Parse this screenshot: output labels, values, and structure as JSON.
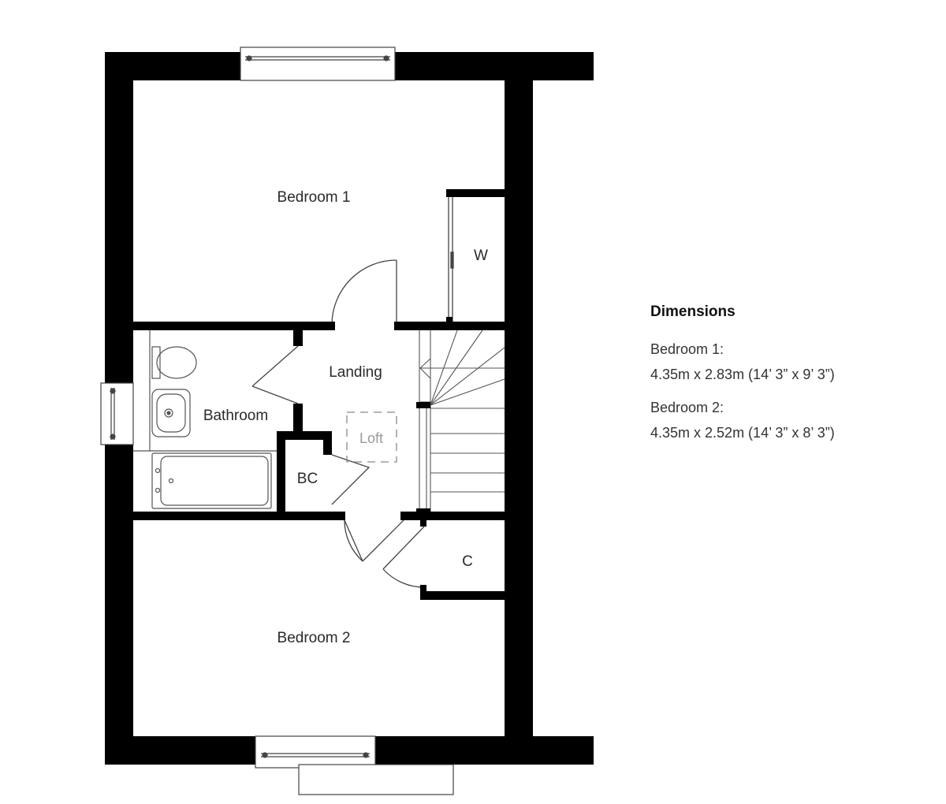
{
  "plan": {
    "rooms": {
      "bedroom1": "Bedroom 1",
      "bedroom2": "Bedroom 2",
      "wardrobe": "W",
      "landing": "Landing",
      "bathroom": "Bathroom",
      "loft": "Loft",
      "boiler_cupboard": "BC",
      "cupboard": "C"
    }
  },
  "dimensions": {
    "heading": "Dimensions",
    "items": [
      {
        "room": "Bedroom 1:",
        "size": "4.35m x 2.83m (14’ 3” x 9’ 3”)"
      },
      {
        "room": "Bedroom 2:",
        "size": "4.35m x 2.52m (14’ 3” x 8’ 3”)"
      }
    ]
  },
  "colors": {
    "wall": "#000000",
    "line": "#444444",
    "background": "#ffffff"
  }
}
